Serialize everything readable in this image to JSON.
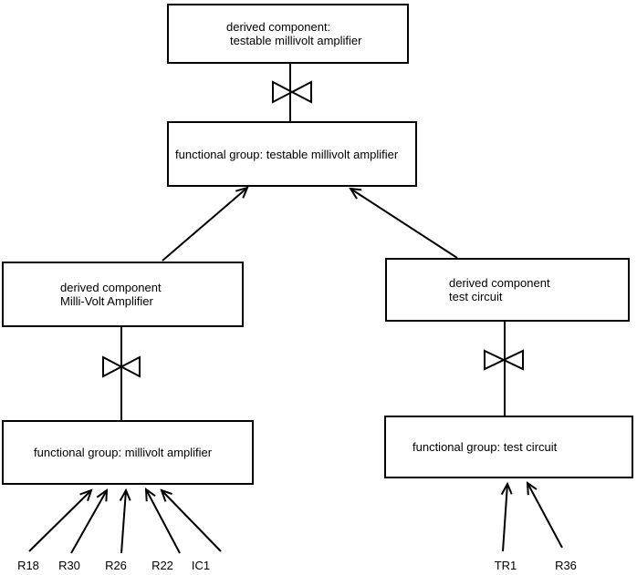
{
  "colors": {
    "background": "#ffffff",
    "line": "#000000",
    "text": "#000000",
    "box_border": "#000000"
  },
  "nodes": {
    "top_derived": {
      "line1": "derived component:",
      "line2": "testable millivolt amplifier"
    },
    "top_functional": {
      "label": "functional group: testable millivolt amplifier"
    },
    "left_derived": {
      "line1": "derived component",
      "line2": "Milli-Volt Amplifier"
    },
    "right_derived": {
      "line1": "derived component",
      "line2": "test circuit"
    },
    "left_functional": {
      "label": "functional group: millivolt amplifier"
    },
    "right_functional": {
      "label": "functional group: test circuit"
    }
  },
  "leaves": {
    "left": [
      "R18",
      "R30",
      "R26",
      "R22",
      "IC1"
    ],
    "right": [
      "TR1",
      "R36"
    ]
  },
  "symbols": {
    "bowtie": "bowtie-connector",
    "arrowhead": "open-v-arrowhead"
  }
}
